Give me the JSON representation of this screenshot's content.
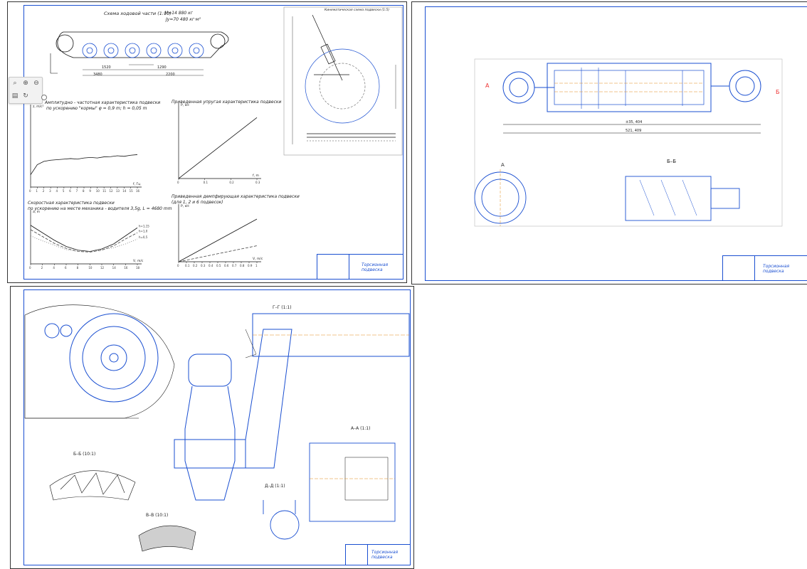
{
  "viewer": {
    "toolbar": {
      "zoom_fit_icon": "zoom-fit-icon",
      "zoom_in_icon": "zoom-in-icon",
      "zoom_out_icon": "zoom-out-icon",
      "page_icon": "page-icon",
      "rotate_icon": "rotate-icon"
    }
  },
  "sheet1": {
    "title_scheme": "Схема ходовой части (1:10)",
    "mass_text": "M=14 880 кг",
    "moment_text": "Jy=70 480 кг·м²",
    "dims": [
      "1520",
      "1290",
      "3480",
      "2200"
    ],
    "chart1_title": [
      "Амплитудно - частотная характеристика подвески",
      "по ускорению \"кормы\" φ = 0,9 m; h = 0,05 m"
    ],
    "chart2_title": "Приведенная упругая характеристика подвески",
    "chart3_title": [
      "Скоростная характеристика подвески",
      "по ускорению на месте механика - водителя 3,5g, L = 4680 mm"
    ],
    "chart4_title": [
      "Приведенная демпфирующая характеристика подвески",
      "(для 1, 2 и 6 подвесок)"
    ],
    "kin_title": "Кинематическая схема подвески (1:5)",
    "stamp_title": [
      "Торсионная",
      "подвеска"
    ]
  },
  "sheet2": {
    "section_label": "Б–Б",
    "view_a": "А",
    "view_b": "Б",
    "dim_total_1": "±35, 404",
    "dim_total_2": "521, 409",
    "stamp_title": [
      "Торсионная",
      "подвеска"
    ]
  },
  "sheet3": {
    "section_gg": "Г–Г (1:1)",
    "section_aa": "А–А (1:1)",
    "section_bb": "Б–Б (10:1)",
    "section_vv": "В–В (10:1)",
    "section_dd": "Д–Д (1:1)",
    "stamp_title": [
      "Торсионная",
      "подвеска"
    ]
  },
  "chart_data": [
    {
      "type": "line",
      "title": "Амплитудно - частотная характеристика подвески",
      "x": [
        0,
        1,
        2,
        3,
        4,
        5,
        6,
        7,
        8,
        9,
        10,
        11,
        12,
        13,
        14,
        15,
        16
      ],
      "series": [
        {
          "values": [
            1.1,
            2.0,
            2.3,
            2.4,
            2.45,
            2.5,
            2.55,
            2.5,
            2.6,
            2.65,
            2.6,
            2.7,
            2.72,
            2.8,
            2.75,
            2.85,
            2.9
          ]
        }
      ],
      "xlabel": "f, Гц",
      "ylabel": "z, m/c²",
      "ylim": [
        0,
        7
      ]
    },
    {
      "type": "line",
      "title": "Приведенная упругая характеристика подвески",
      "x": [
        0,
        0.1,
        0.2,
        0.3
      ],
      "series": [
        {
          "values": [
            0,
            20,
            40,
            60
          ]
        }
      ],
      "xlabel": "f, m",
      "ylabel": "P, кН",
      "ylim": [
        0,
        70
      ]
    },
    {
      "type": "line",
      "title": "Скоростная характеристика подвески",
      "x": [
        0,
        2,
        4,
        6,
        8,
        10,
        12,
        14,
        16,
        18
      ],
      "series": [
        {
          "name": "h=1,15",
          "values": [
            0.62,
            0.5,
            0.38,
            0.28,
            0.22,
            0.2,
            0.24,
            0.32,
            0.45,
            0.58
          ]
        },
        {
          "name": "h=1,0",
          "values": [
            0.55,
            0.44,
            0.33,
            0.25,
            0.2,
            0.19,
            0.22,
            0.29,
            0.4,
            0.5
          ]
        },
        {
          "name": "h=0,5",
          "values": [
            0.45,
            0.37,
            0.3,
            0.23,
            0.2,
            0.2,
            0.23,
            0.26,
            0.32,
            0.4
          ]
        }
      ],
      "xlabel": "V, m/c",
      "ylabel": "a, m",
      "ylim": [
        0,
        0.8
      ]
    },
    {
      "type": "line",
      "title": "Приведенная демпфирующая характеристика подвески",
      "x": [
        0,
        0.1,
        0.2,
        0.3,
        0.4,
        0.5,
        0.6,
        0.7,
        0.8,
        0.9,
        1.0
      ],
      "series": [
        {
          "values": [
            0,
            4,
            8,
            12,
            16,
            20,
            24,
            28,
            32,
            36,
            40
          ]
        },
        {
          "values": [
            0,
            1.5,
            3,
            4.5,
            6,
            7.5,
            9,
            10.5,
            12,
            13.5,
            15
          ]
        }
      ],
      "xlabel": "V, m/c",
      "ylabel": "P, кН",
      "ylim": [
        0,
        50
      ]
    }
  ]
}
